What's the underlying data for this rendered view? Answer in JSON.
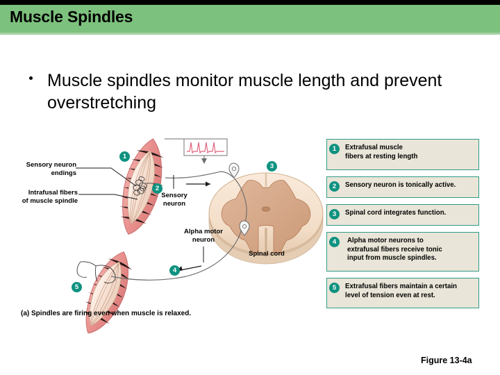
{
  "header": {
    "title": "Muscle Spindles",
    "band_color": "#7cc17d",
    "top_bar_color": "#000000"
  },
  "body": {
    "bullets": [
      "Muscle spindles monitor muscle length and prevent overstretching"
    ]
  },
  "diagram": {
    "labels": [
      {
        "id": "sensory-neuron-endings",
        "text": "Sensory neuron\nendings"
      },
      {
        "id": "intrafusal-fibers",
        "text": "Intrafusal fibers\nof muscle spindle"
      },
      {
        "id": "sensory-neuron",
        "text": "Sensory\nneuron"
      },
      {
        "id": "alpha-motor-neuron",
        "text": "Alpha motor\nneuron"
      },
      {
        "id": "spinal-cord",
        "text": "Spinal cord"
      }
    ],
    "badges": [
      "1",
      "2",
      "3",
      "4",
      "5"
    ],
    "badge_color": "#0f9280",
    "trace_color": "#e0607a",
    "muscle_color": "#e9918f",
    "cord_color": "#f4e0cc",
    "gray_matter_color": "#d7a98a"
  },
  "callouts": [
    {
      "num": "1",
      "text": "Extrafusal muscle\nfibers at resting length"
    },
    {
      "num": "2",
      "text": "Sensory neuron is tonically active."
    },
    {
      "num": "3",
      "text": "Spinal cord integrates function."
    },
    {
      "num": "4",
      "text": "Alpha motor neurons to\nextrafusal fibers receive tonic\ninput from muscle spindles."
    },
    {
      "num": "5",
      "text": "Extrafusal fibers maintain a certain\nlevel of tension even at rest."
    }
  ],
  "callout_style": {
    "background": "#e9e5d8",
    "border": "#2f9b88"
  },
  "footer": {
    "caption_tag": "(a)",
    "caption_text": " Spindles are firing even when muscle is relaxed.",
    "figure_ref": "Figure 13-4a"
  }
}
